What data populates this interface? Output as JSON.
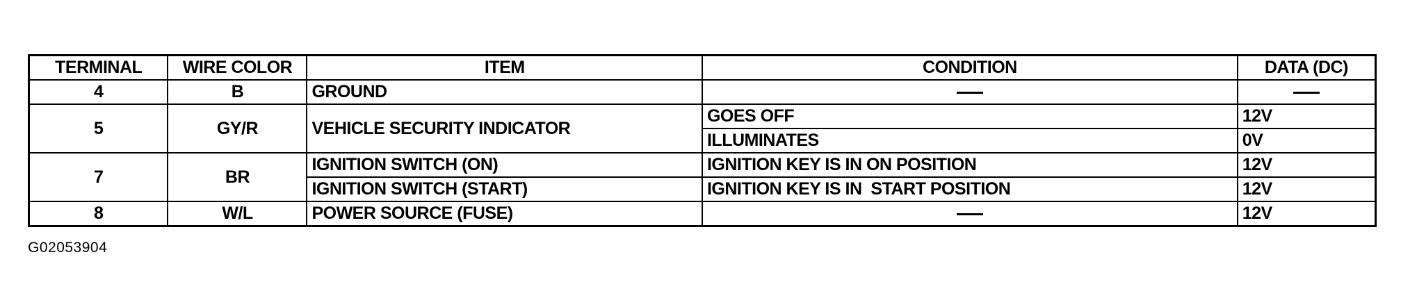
{
  "table": {
    "headers": {
      "terminal": "TERMINAL",
      "wire_color": "WIRE COLOR",
      "item": "ITEM",
      "condition": "CONDITION",
      "data": "DATA (DC)"
    },
    "rows": [
      {
        "terminal": "4",
        "wire_color": "B",
        "item": "GROUND",
        "condition": "—",
        "data": "—"
      },
      {
        "terminal": "5",
        "wire_color": "GY/R",
        "item": "VEHICLE SECURITY INDICATOR",
        "sub": [
          {
            "condition": "GOES OFF",
            "data": "12V"
          },
          {
            "condition": "ILLUMINATES",
            "data": "0V"
          }
        ]
      },
      {
        "terminal": "7",
        "wire_color": "BR",
        "sub": [
          {
            "item": "IGNITION SWITCH (ON)",
            "condition": "IGNITION KEY IS IN ON POSITION",
            "data": "12V"
          },
          {
            "item": "IGNITION SWITCH (START)",
            "condition": "IGNITION KEY IS IN  START POSITION",
            "data": "12V"
          }
        ]
      },
      {
        "terminal": "8",
        "wire_color": "W/L",
        "item": "POWER SOURCE (FUSE)",
        "condition": "—",
        "data": "12V"
      }
    ]
  },
  "figure_id": "G02053904"
}
